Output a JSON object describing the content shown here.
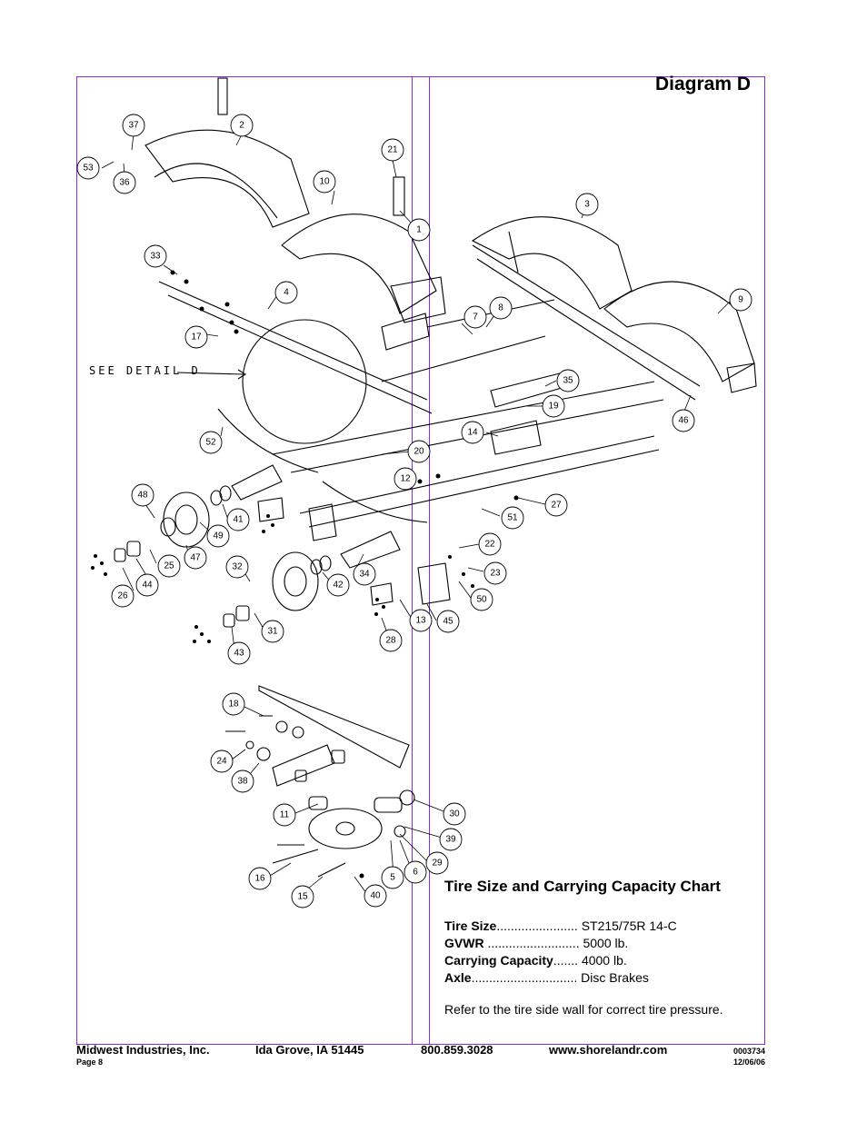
{
  "title": "Diagram D",
  "see_detail": "SEE DETAIL  D",
  "callouts": [
    {
      "n": "37"
    },
    {
      "n": "2"
    },
    {
      "n": "53"
    },
    {
      "n": "36"
    },
    {
      "n": "21"
    },
    {
      "n": "10"
    },
    {
      "n": "1"
    },
    {
      "n": "3"
    },
    {
      "n": "33"
    },
    {
      "n": "4"
    },
    {
      "n": "8"
    },
    {
      "n": "7"
    },
    {
      "n": "9"
    },
    {
      "n": "17"
    },
    {
      "n": "35"
    },
    {
      "n": "19"
    },
    {
      "n": "14"
    },
    {
      "n": "46"
    },
    {
      "n": "52"
    },
    {
      "n": "20"
    },
    {
      "n": "12"
    },
    {
      "n": "48"
    },
    {
      "n": "27"
    },
    {
      "n": "51"
    },
    {
      "n": "41"
    },
    {
      "n": "49"
    },
    {
      "n": "25"
    },
    {
      "n": "47"
    },
    {
      "n": "22"
    },
    {
      "n": "32"
    },
    {
      "n": "23"
    },
    {
      "n": "44"
    },
    {
      "n": "42"
    },
    {
      "n": "34"
    },
    {
      "n": "26"
    },
    {
      "n": "50"
    },
    {
      "n": "31"
    },
    {
      "n": "13"
    },
    {
      "n": "45"
    },
    {
      "n": "43"
    },
    {
      "n": "28"
    },
    {
      "n": "18"
    },
    {
      "n": "24"
    },
    {
      "n": "38"
    },
    {
      "n": "11"
    },
    {
      "n": "30"
    },
    {
      "n": "39"
    },
    {
      "n": "29"
    },
    {
      "n": "16"
    },
    {
      "n": "5"
    },
    {
      "n": "6"
    },
    {
      "n": "15"
    },
    {
      "n": "40"
    }
  ],
  "chart": {
    "title": "Tire Size and Carrying Capacity Chart",
    "rows": [
      {
        "label": "Tire Size",
        "dots": ".......................",
        "value": "ST215/75R 14-C"
      },
      {
        "label": "GVWR",
        "dots": "..........................",
        "value": "5000 lb."
      },
      {
        "label": "Carrying Capacity",
        "dots": ".......",
        "value": "4000 lb."
      },
      {
        "label": "Axle",
        "dots": "..............................",
        "value": "Disc Brakes"
      }
    ],
    "note": "Refer to the tire side wall for correct tire pressure."
  },
  "footer": {
    "company": "Midwest Industries, Inc.",
    "city": "Ida Grove, IA  51445",
    "phone": "800.859.3028",
    "web": "www.shorelandr.com",
    "page": "Page 8",
    "doc_no": "0003734",
    "date": "12/06/06"
  },
  "colors": {
    "frame": "#8a2be2",
    "ink": "#000000"
  }
}
